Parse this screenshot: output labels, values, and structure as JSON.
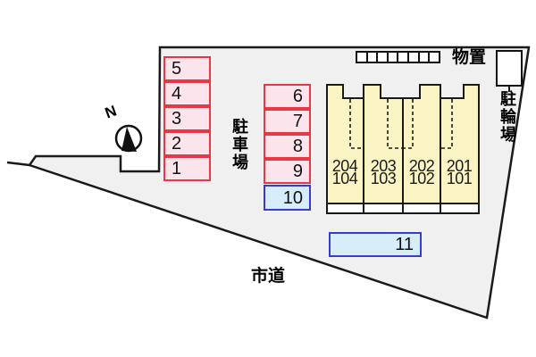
{
  "diagram": "apartment-site-plan",
  "labels": {
    "north": "N",
    "storage": "物置",
    "bicycle_parking": "駐輪場",
    "parking_lot": "駐車場",
    "city_road": "市道"
  },
  "parking": {
    "left": [
      "5",
      "4",
      "3",
      "2",
      "1"
    ],
    "middle": [
      "6",
      "7",
      "8",
      "9",
      "10"
    ],
    "roadside": "11"
  },
  "units": [
    {
      "upper": "204",
      "lower": "104"
    },
    {
      "upper": "203",
      "lower": "103"
    },
    {
      "upper": "202",
      "lower": "102"
    },
    {
      "upper": "201",
      "lower": "101"
    }
  ],
  "storage_square_count": 8,
  "colors": {
    "parcel_fill": "#f0f0f1",
    "outline": "#1a1a1a",
    "space_pink_fill": "#fbe4eb",
    "space_red_border": "#e63946",
    "space_blue_fill": "#d6eefb",
    "space_blue_border": "#3a3ace",
    "building_yellow": "#faf4c5"
  }
}
